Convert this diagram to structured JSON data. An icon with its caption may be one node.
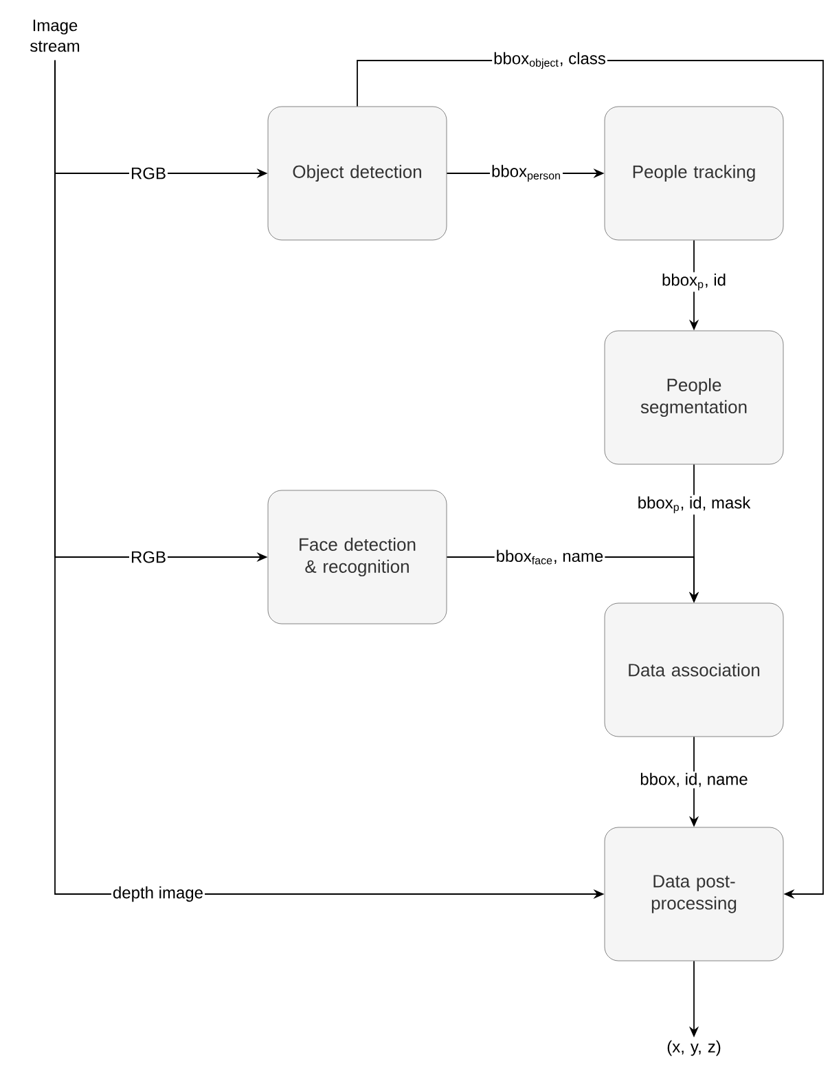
{
  "diagram": {
    "nodes": [
      {
        "text": [
          "Image stream"
        ]
      },
      {
        "text": [
          "Object detection"
        ]
      },
      {
        "text": [
          "People tracking"
        ]
      },
      {
        "text": [
          "People segmentation"
        ]
      },
      {
        "text": [
          "Face detection & recognition"
        ]
      },
      {
        "text": [
          "Data association"
        ]
      },
      {
        "text": [
          "Data post-processing"
        ]
      },
      {
        "text": [
          "(x, y, z)"
        ]
      }
    ],
    "edges": [
      {
        "from": 0,
        "to": 1,
        "arrow": "to",
        "label": "RGB"
      },
      {
        "from": 0,
        "to": 4,
        "arrow": "to",
        "label": "RGB"
      },
      {
        "from": 0,
        "to": 6,
        "arrow": "to",
        "label": "depth image"
      },
      {
        "from": 1,
        "to": 6,
        "arrow": "to",
        "label": "bbox$_{object}$, class"
      },
      {
        "from": 1,
        "to": 2,
        "arrow": "to",
        "label": "bbox$_{person}$"
      },
      {
        "from": 2,
        "to": 3,
        "arrow": "to",
        "label": "bbox$_{p}$, id"
      },
      {
        "from": 3,
        "to": 5,
        "arrow": "to",
        "label": "bbox$_{p}$, id, mask"
      },
      {
        "from": 4,
        "to": 5,
        "arrow": "to",
        "label": "bbox$_{face}$, name"
      },
      {
        "from": 5,
        "to": 6,
        "arrow": "to",
        "label": "bbox, id, name"
      },
      {
        "from": 6,
        "to": 7,
        "arrow": "to"
      }
    ]
  }
}
